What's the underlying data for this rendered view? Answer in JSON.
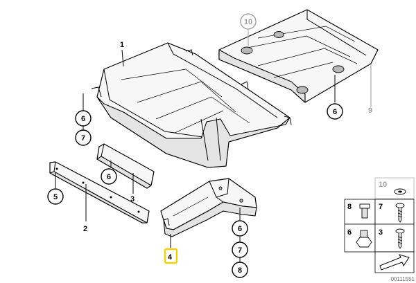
{
  "diagram": {
    "part_labels": {
      "p1": "1",
      "p2": "2",
      "p3": "3",
      "p4": "4",
      "p9": "9"
    },
    "callouts": {
      "c10_top": "10",
      "c6_right": "6",
      "c6_left": "6",
      "c7_left": "7",
      "c6_bracket": "6",
      "c5": "5",
      "c6_lower": "6",
      "c7_lower": "7",
      "c8_lower": "8"
    },
    "parts_grid": {
      "cell_10": "10",
      "cell_8": "8",
      "cell_7": "7",
      "cell_6": "6",
      "cell_3": "3"
    },
    "highlighted_item": "4",
    "diagram_id": "00111551"
  }
}
